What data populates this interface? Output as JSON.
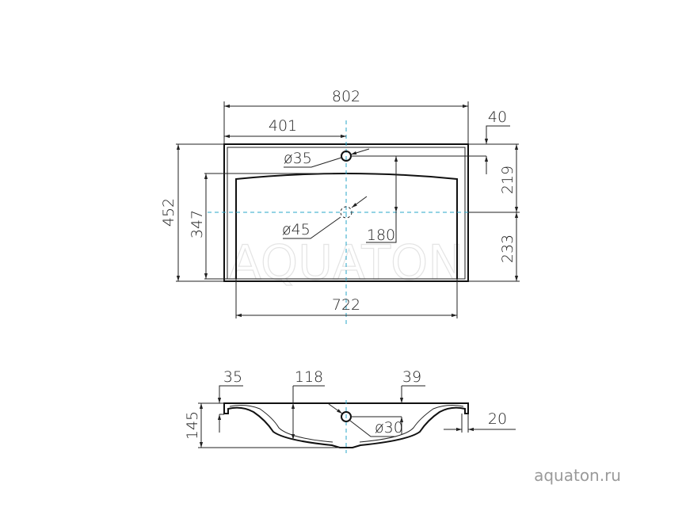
{
  "top_view": {
    "dimensions": {
      "overall_width": "802",
      "center_offset": "401",
      "tap_hole_offset": "40",
      "tap_hole_diameter": "ø35",
      "upper_depth": "219",
      "lower_depth": "233",
      "overall_depth": "452",
      "bowl_depth": "347",
      "drain_to_tap": "180",
      "drain_diameter": "ø45",
      "bowl_width": "722"
    },
    "watermark": "AQUATON"
  },
  "side_view": {
    "dimensions": {
      "lip_height": "35",
      "bowl_height": "118",
      "tap_height": "39",
      "overflow_diameter": "ø30",
      "lip_width": "20",
      "overall_height": "145"
    }
  },
  "website": "aquaton.ru",
  "colors": {
    "centerline": "#2aa7c9",
    "lines": "#222222"
  }
}
